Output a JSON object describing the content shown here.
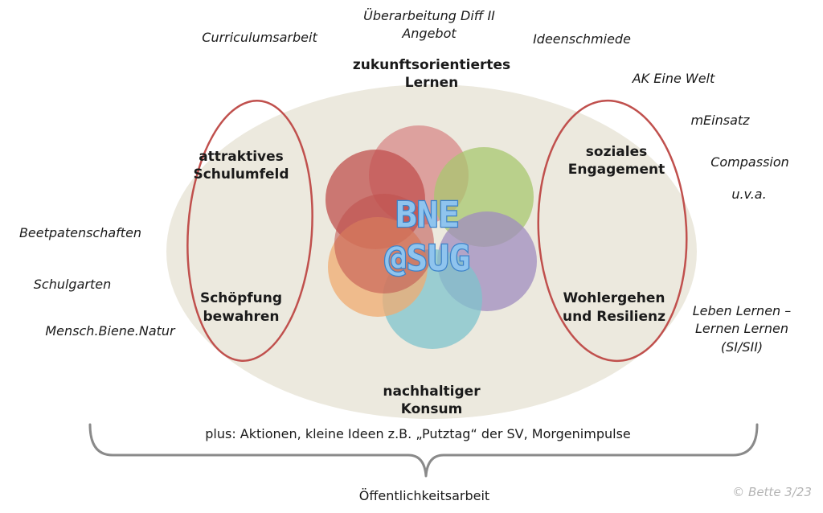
{
  "left_notes": [
    "Curriculumsarbeit",
    "Beetpatenschaften",
    "Schulgarten",
    "Mensch.Biene.Natur"
  ],
  "top_note": [
    "Überarbeitung Diff II",
    "Angebot"
  ],
  "right_notes": [
    "Ideenschmiede",
    "AK Eine Welt",
    "mEinsatz",
    "Compassion",
    "u.v.a."
  ],
  "right_bottom_note": [
    "Leben Lernen –",
    "Lernen Lernen",
    "(SI/SII)"
  ],
  "pillars": {
    "top": [
      "zukunftsorientiertes",
      "Lernen"
    ],
    "left_top": [
      "attraktives",
      "Schulumfeld"
    ],
    "left_bottom": [
      "Schöpfung",
      "bewahren"
    ],
    "right_top": [
      "soziales",
      "Engagement"
    ],
    "right_bottom": [
      "Wohlergehen",
      "und Resilienz"
    ],
    "bottom": [
      "nachhaltiger",
      "Konsum"
    ]
  },
  "center_logo": [
    "BNE",
    "@SUG"
  ],
  "plus_line": "plus: Aktionen, kleine Ideen z.B. „Putztag“ der SV,  Morgenimpulse",
  "footer": "Öffentlichkeitsarbeit",
  "copyright": "© Bette 3/23",
  "colors": {
    "ellipse_fill": "#ece9de",
    "ring_stroke": "#c0504d",
    "brace": "#8a8a8a",
    "circle_red": "#c0504d",
    "circle_pink": "#d98f8d",
    "circle_green": "#a8c76f",
    "circle_purple": "#a08cbf",
    "circle_teal": "#7fc3cc",
    "circle_orange": "#f0ab70",
    "logo_fill": "#8fc4ee",
    "logo_stroke": "#3d82c9"
  }
}
